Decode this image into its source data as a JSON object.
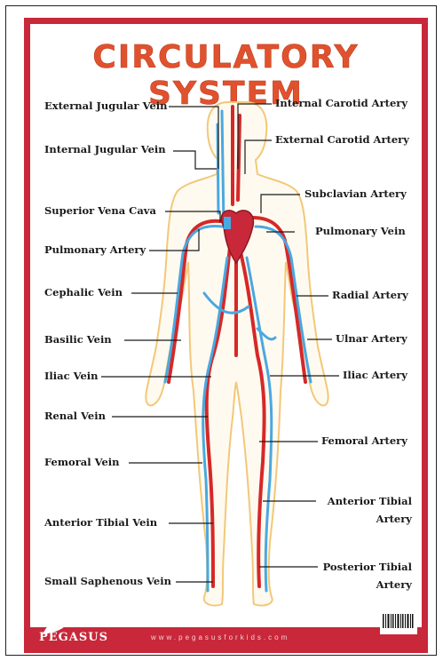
{
  "title": "CIRCULATORY SYSTEM",
  "labels_left": {
    "external_jugular_vein": "External Jugular Vein",
    "internal_jugular_vein": "Internal Jugular Vein",
    "superior_vena_cava": "Superior Vena Cava",
    "pulmonary_artery": "Pulmonary Artery",
    "cephalic_vein": "Cephalic Vein",
    "basilic_vein": "Basilic Vein",
    "iliac_vein": "Iliac Vein",
    "renal_vein": "Renal Vein",
    "femoral_vein": "Femoral Vein",
    "anterior_tibial_vein": "Anterior Tibial Vein",
    "small_saphenous_vein": "Small Saphenous Vein"
  },
  "labels_right": {
    "internal_carotid_artery": "Internal Carotid Artery",
    "external_carotid_artery": "External Carotid Artery",
    "subclavian_artery": "Subclavian Artery",
    "pulmonary_vein": "Pulmonary Vein",
    "radial_artery": "Radial Artery",
    "ulnar_artery": "Ulnar Artery",
    "iliac_artery": "Iliac  Artery",
    "femoral_artery": "Femoral Artery",
    "anterior_tibial_1": "Anterior Tibial",
    "anterior_tibial_2": "Artery",
    "posterior_tibial_1": "Posterior Tibial",
    "posterior_tibial_2": "Artery"
  },
  "footer": {
    "brand": "PEGASUS",
    "url": "www.pegasusforkids.com"
  },
  "colors": {
    "frame": "#c8283a",
    "title": "#e0522e",
    "artery": "#d62828",
    "vein": "#4aa8e0",
    "skin_outline": "#f2c879"
  }
}
